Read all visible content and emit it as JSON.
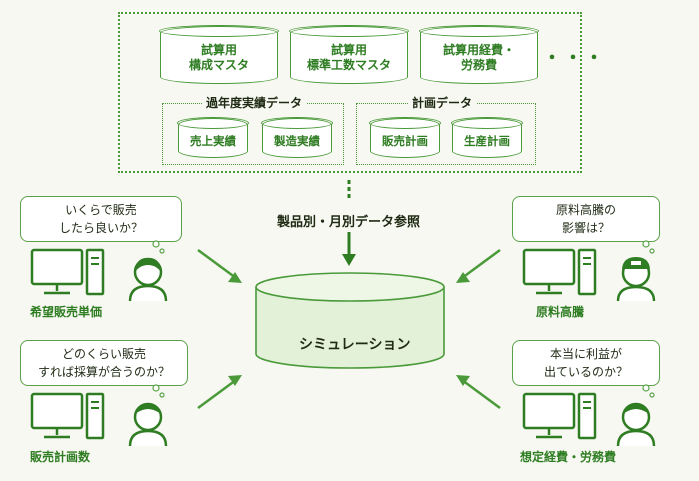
{
  "master_databases": [
    {
      "label": "試算用\n構成マスタ"
    },
    {
      "label": "試算用\n標準工数マスタ"
    },
    {
      "label": "試算用経費・\n労務費"
    }
  ],
  "more_marker": "・・・",
  "past_results": {
    "title": "過年度実績データ",
    "items": [
      "売上実績",
      "製造実績"
    ]
  },
  "plan_data": {
    "title": "計画データ",
    "items": [
      "販売計画",
      "生産計画"
    ]
  },
  "reference_label": "製品別・月別データ参照",
  "simulation_label": "シミュレーション",
  "scenarios": [
    {
      "question": "いくらで販売\nしたら良いか？",
      "caption": "希望販売単価"
    },
    {
      "question": "どのくらい販売\nすれば採算が合うのか？",
      "caption": "販売計画数"
    },
    {
      "question": "原料高騰の\n影響は？",
      "caption": "原料高騰"
    },
    {
      "question": "本当に利益が\n出ているのか？",
      "caption": "想定経費・労務費"
    }
  ],
  "colors": {
    "accent": "#4a9a3a",
    "background": "#f7f8f1"
  }
}
